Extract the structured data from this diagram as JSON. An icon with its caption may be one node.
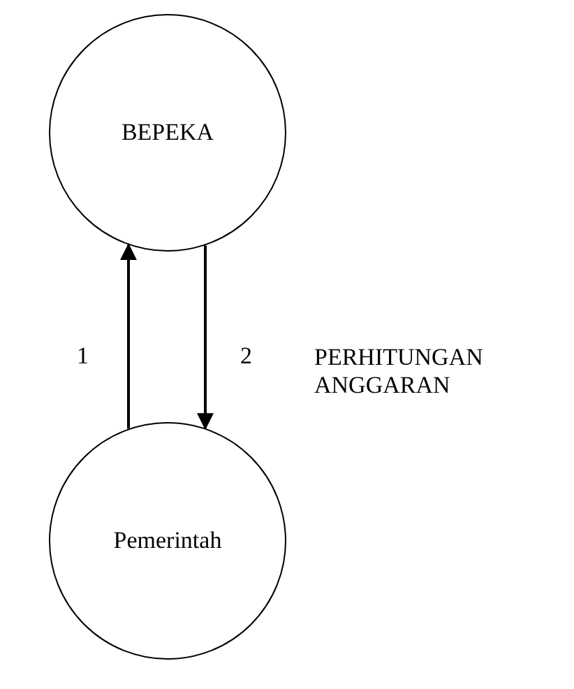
{
  "diagram": {
    "nodes": [
      {
        "text": [
          "BEPEKA"
        ]
      },
      {
        "text": [
          "Pemerintah"
        ]
      }
    ],
    "edges": [
      {
        "from": 1,
        "to": 0,
        "arrow": "to",
        "label": "1"
      },
      {
        "from": 0,
        "to": 1,
        "arrow": "to",
        "label": "2"
      }
    ],
    "labels": [
      "PERHITUNGAN ANGGARAN"
    ]
  }
}
